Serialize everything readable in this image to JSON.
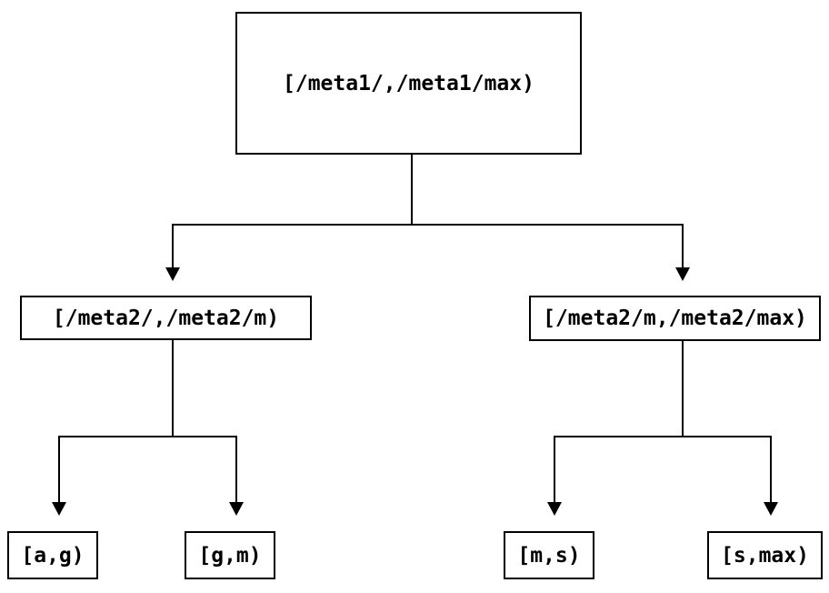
{
  "diagram": {
    "type": "tree",
    "background_color": "#ffffff",
    "line_color": "#000000",
    "node_border_color": "#000000",
    "node_fill_color": "#ffffff",
    "text_color": "#000000",
    "nodes": {
      "root": {
        "label": "[/meta1/,/meta1/max)"
      },
      "left_child": {
        "label": "[/meta2/,/meta2/m)"
      },
      "right_child": {
        "label": "[/meta2/m,/meta2/max)"
      },
      "leaf_ag": {
        "label": "[a,g)"
      },
      "leaf_gm": {
        "label": "[g,m)"
      },
      "leaf_ms": {
        "label": "[m,s)"
      },
      "leaf_smax": {
        "label": "[s,max)"
      }
    },
    "edges": [
      {
        "from": "root",
        "to": "left_child"
      },
      {
        "from": "root",
        "to": "right_child"
      },
      {
        "from": "left_child",
        "to": "leaf_ag"
      },
      {
        "from": "left_child",
        "to": "leaf_gm"
      },
      {
        "from": "right_child",
        "to": "leaf_ms"
      },
      {
        "from": "right_child",
        "to": "leaf_smax"
      }
    ]
  }
}
